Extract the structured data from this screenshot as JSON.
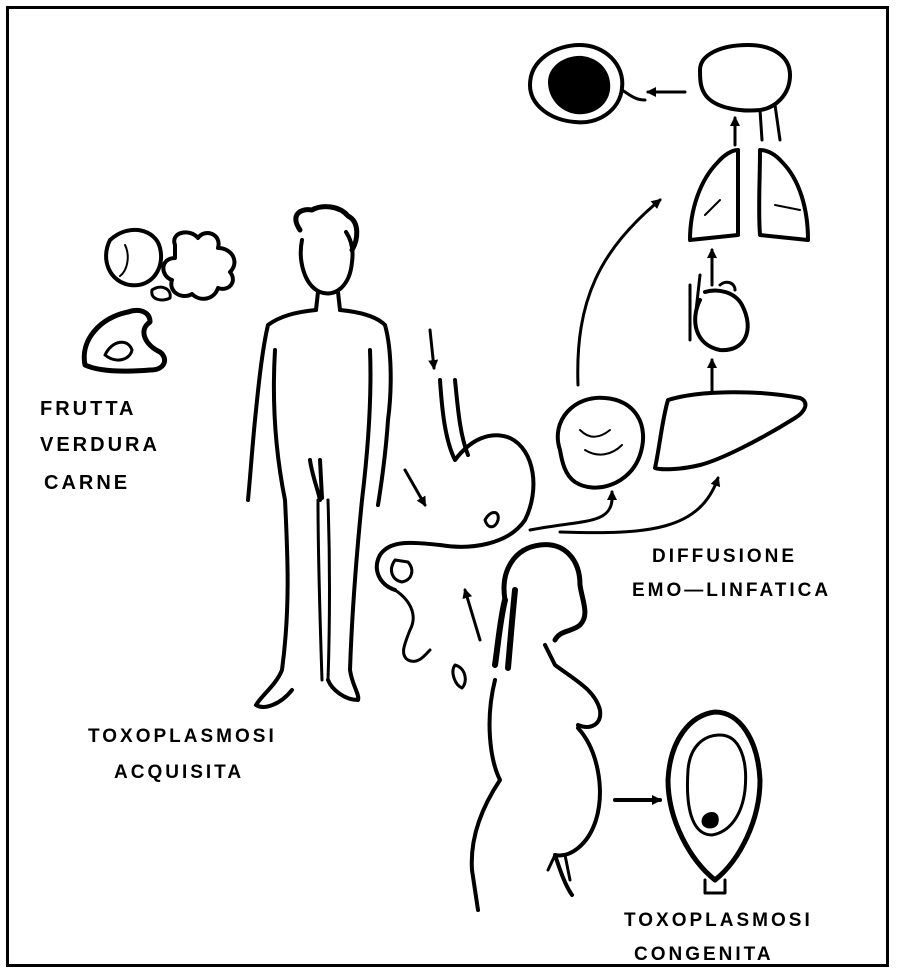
{
  "labels": {
    "frutta": "FRUTTA",
    "verdura": "VERDURA",
    "carne": "CARNE",
    "diffusione": "DIFFUSIONE",
    "emo_linfatica": "EMO—LINFATICA",
    "toxo_acquisita_1": "TOXOPLASMOSI",
    "toxo_acquisita_2": "ACQUISITA",
    "toxo_congenita_1": "TOXOPLASMOSI",
    "toxo_congenita_2": "CONGENITA"
  },
  "colors": {
    "ink": "#000000",
    "background": "#ffffff"
  }
}
